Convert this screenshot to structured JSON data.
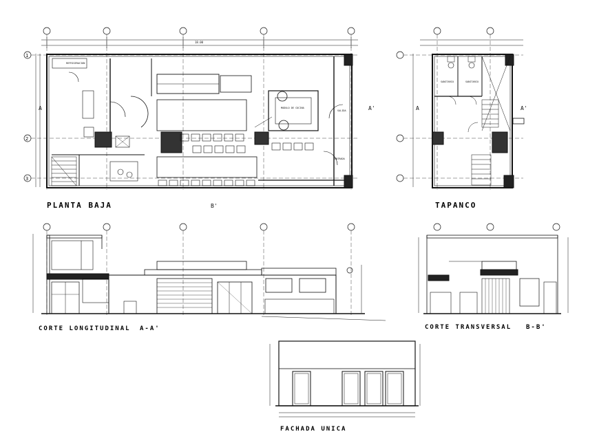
{
  "drawings": {
    "planta_baja": {
      "title": "PLANTA BAJA"
    },
    "tapanco": {
      "title": "TAPANCO"
    },
    "corte_longitudinal": {
      "title": "CORTE LONGITUDINAL",
      "section": "A-A'"
    },
    "corte_transversal": {
      "title": "CORTE TRANSVERSAL",
      "section": "B-B'"
    },
    "fachada": {
      "title": "FACHADA UNICA"
    }
  },
  "section_marks": {
    "a": "A",
    "a_prime": "A'",
    "b_prime": "B'"
  },
  "grid_markers": {
    "row_1": "1",
    "row_2": "2",
    "row_3": "3"
  },
  "room_labels": {
    "refrigeracion": "REFRIGERACION",
    "modulo_cocina": "MODULO DE COCINA",
    "salida": "SALIDA",
    "entrada": "ENTRADA",
    "sanitario_1": "SANITARIO",
    "sanitario_2": "SANITARIO"
  },
  "dimensions": {
    "overall": "18.00"
  },
  "colors": {
    "line": "#111111",
    "fill": "#333333",
    "paper": "#ffffff"
  }
}
